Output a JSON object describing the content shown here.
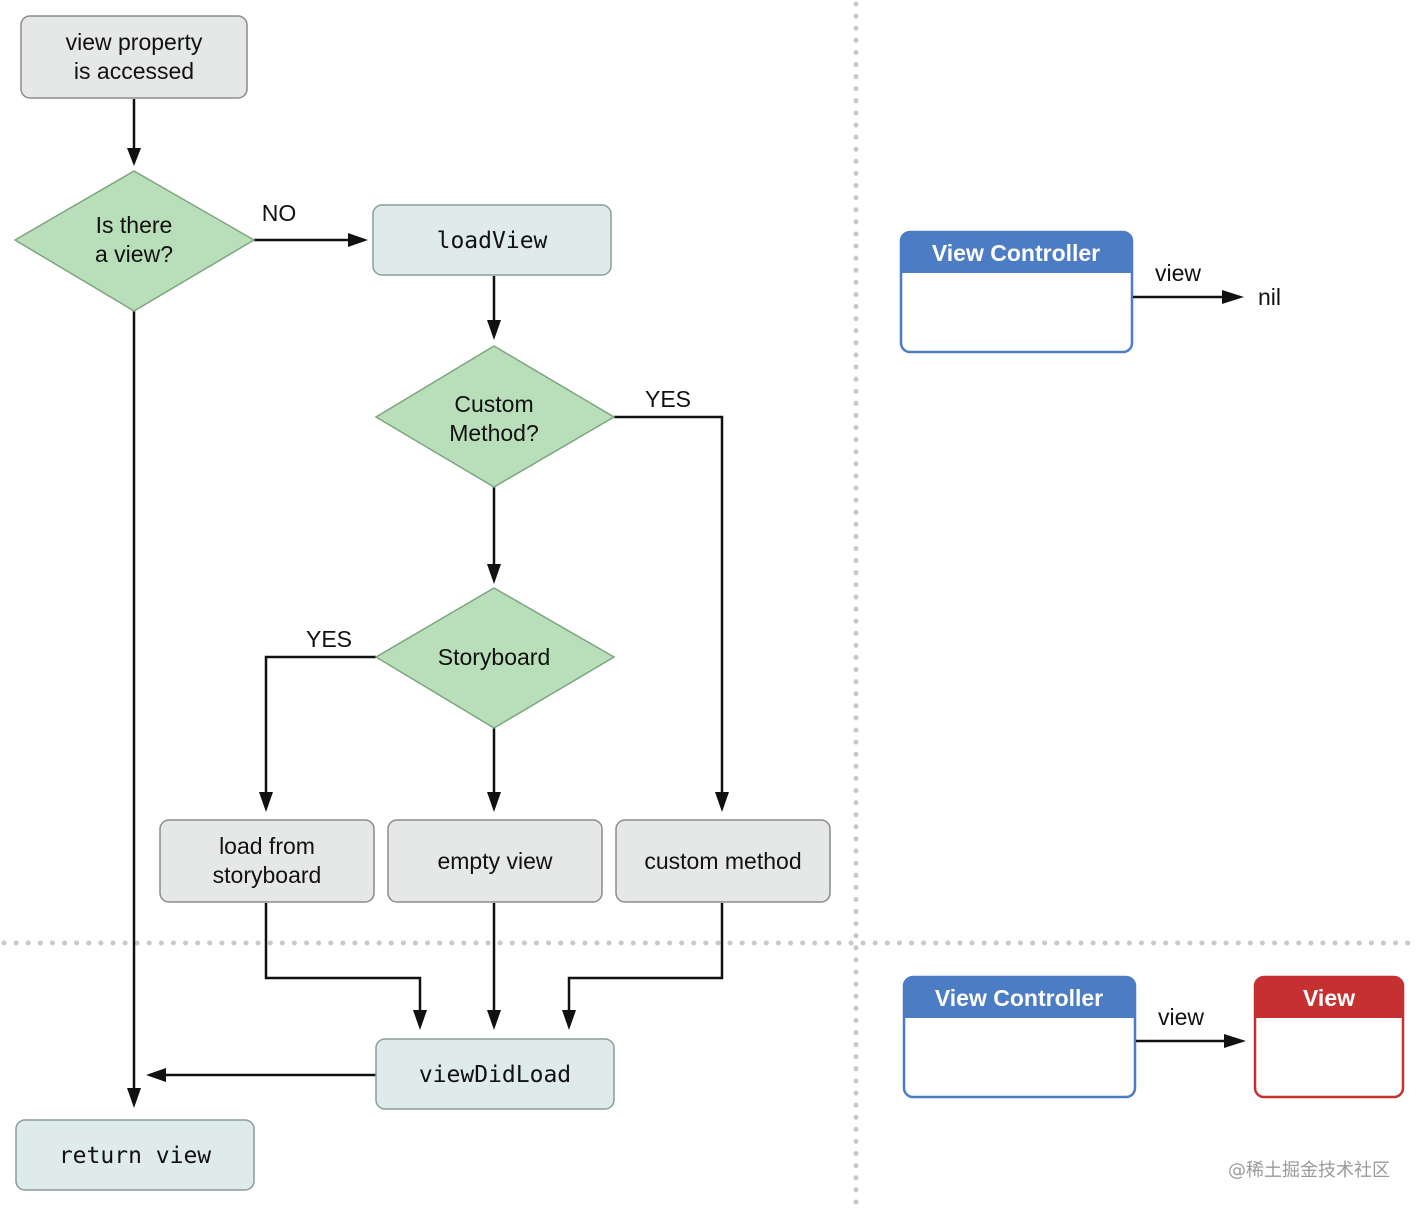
{
  "flow": {
    "start": [
      "view property",
      "is accessed"
    ],
    "has_view": [
      "Is there",
      "a view?"
    ],
    "no_label": "NO",
    "load_view": "loadView",
    "custom_method_q": [
      "Custom",
      "Method?"
    ],
    "yes_custom": "YES",
    "storyboard_q": "Storyboard",
    "yes_storyboard": "YES",
    "load_from_storyboard": [
      "load from",
      "storyboard"
    ],
    "empty_view": "empty view",
    "custom_method": "custom method",
    "view_did_load": "viewDidLoad",
    "return_view": "return view"
  },
  "state_before": {
    "controller_title": "View Controller",
    "arrow_label": "view",
    "target": "nil",
    "controller_color": "#4c7cc3"
  },
  "state_after": {
    "controller_title": "View Controller",
    "arrow_label": "view",
    "view_title": "View",
    "controller_color": "#4c7cc3",
    "view_color": "#c73030"
  },
  "watermark": "@稀土掘金技术社区"
}
